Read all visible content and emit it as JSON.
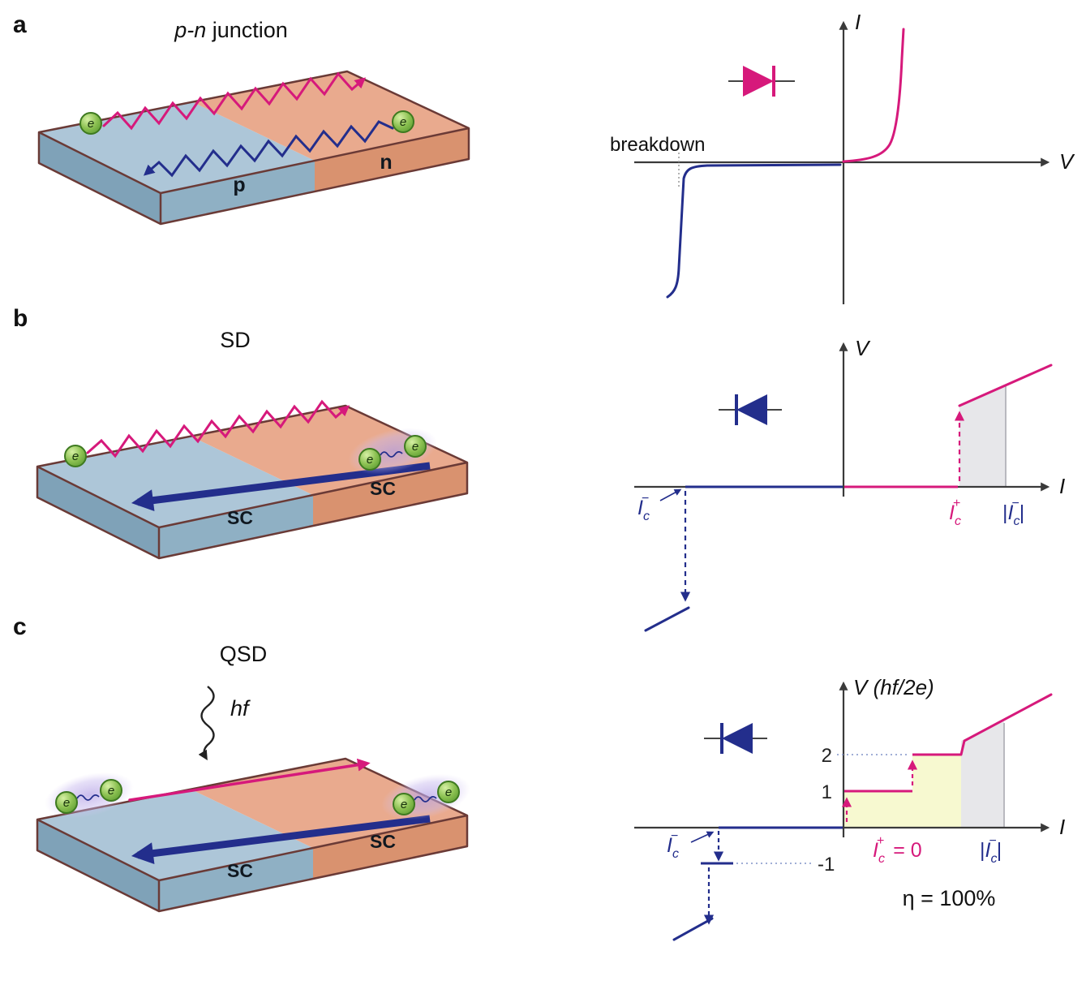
{
  "colors": {
    "pink": "#d6197b",
    "navy": "#232e8c",
    "slab_blue_top": "#adc6d8",
    "slab_blue_front": "#8fb0c4",
    "slab_blue_side": "#7fa2b8",
    "slab_orange_top": "#e9aa8e",
    "slab_orange_front": "#d9926f",
    "electron_green": "#8cc152",
    "shade_gray": "#e7e7ea",
    "shade_yellow": "#f7f9d0"
  },
  "panel_a": {
    "label": "a",
    "title_italic": "p-n",
    "title_rest": " junction",
    "region_left": "p",
    "region_right": "n",
    "electron_left": "e",
    "electron_right": "e",
    "plot": {
      "y_label": "I",
      "x_label": "V",
      "breakdown": "breakdown"
    }
  },
  "panel_b": {
    "label": "b",
    "title": "SD",
    "region_left": "SC",
    "region_right": "SC",
    "electron_left": "e",
    "pair_e1": "e",
    "pair_e2": "e",
    "plot": {
      "y_label": "V",
      "x_label": "I",
      "ic_minus": {
        "base": "I",
        "sub": "c",
        "sup": "−"
      },
      "ic_plus": {
        "base": "I",
        "sub": "c",
        "sup": "+"
      },
      "abs_ic_minus": {
        "open": "|",
        "base": "I",
        "sub": "c",
        "sup": "−",
        "close": "|"
      }
    }
  },
  "panel_c": {
    "label": "c",
    "title": "QSD",
    "photon": "hf",
    "region_left": "SC",
    "region_right": "SC",
    "pair_left_e1": "e",
    "pair_left_e2": "e",
    "pair_right_e1": "e",
    "pair_right_e2": "e",
    "plot": {
      "y_label": "V (hf/2e)",
      "x_label": "I",
      "step_one": "1",
      "step_two": "2",
      "step_neg_one": "-1",
      "ic_minus": {
        "base": "I",
        "sub": "c",
        "sup": "−"
      },
      "ic_plus_zero": {
        "base": "I",
        "sub": "c",
        "sup": "+",
        "rest": " = 0"
      },
      "abs_ic_minus": {
        "open": "|",
        "base": "I",
        "sub": "c",
        "sup": "−",
        "close": "|"
      },
      "efficiency": "η = 100%"
    }
  }
}
